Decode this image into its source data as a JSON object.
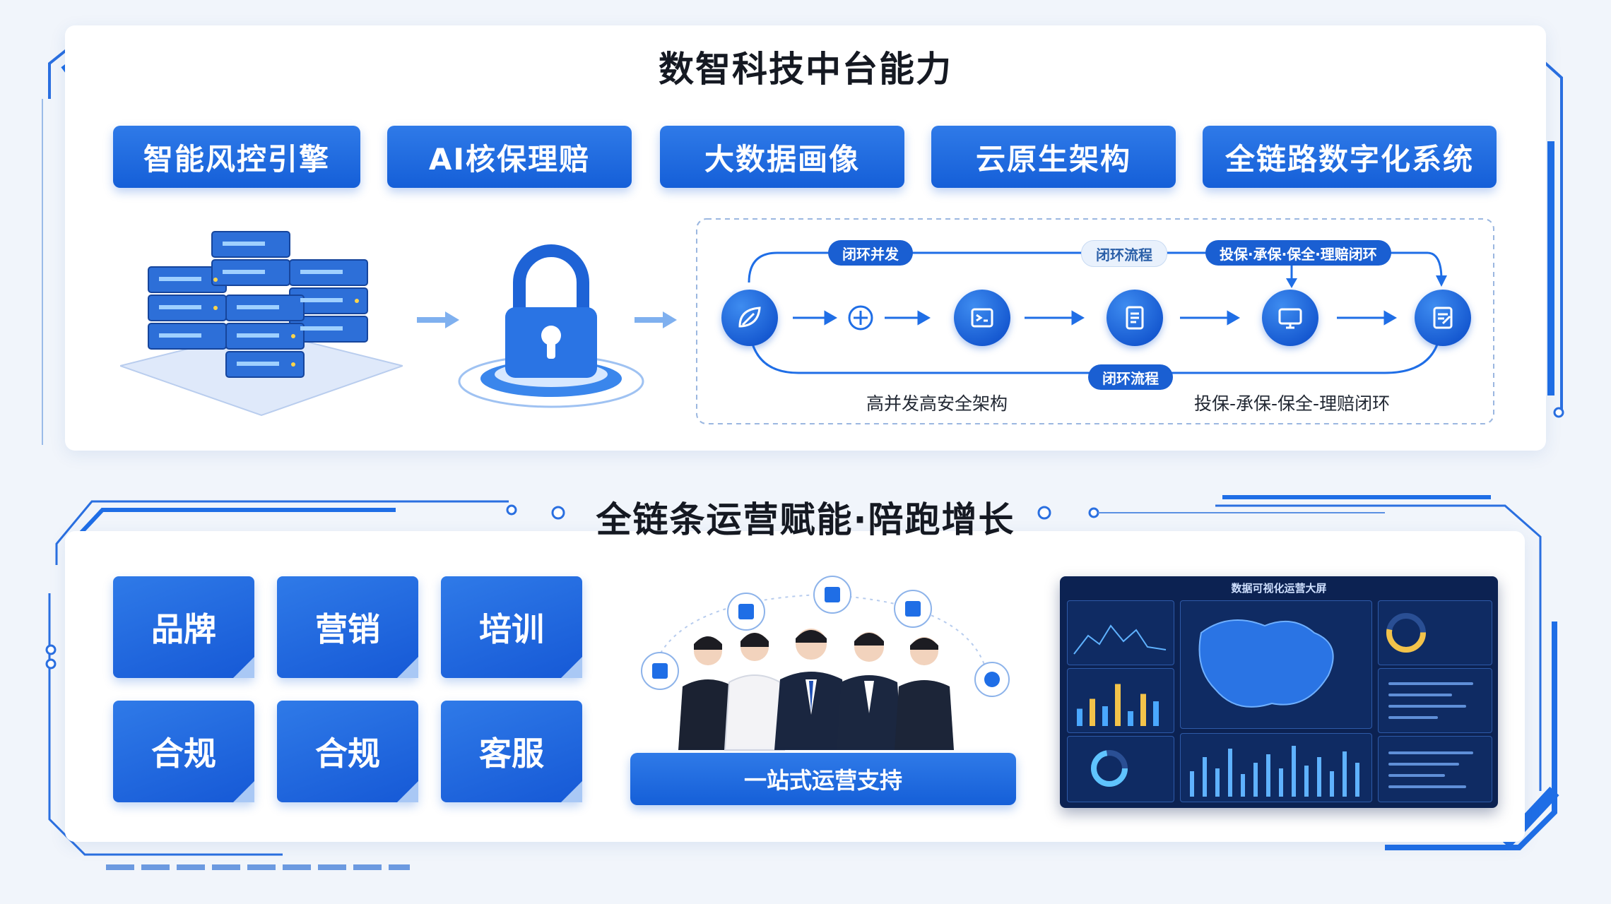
{
  "top_section": {
    "title": "数智科技中台能力",
    "capabilities": [
      "智能风控引擎",
      "AI核保理赔",
      "大数据画像",
      "云原生架构",
      "全链路数字化系统"
    ],
    "flow": {
      "pill_top_left": "闭环并发",
      "pill_top_mid": "闭环流程",
      "pill_top_right": "投保·承保·保全·理赔闭环",
      "pill_bottom": "闭环流程",
      "caption_left": "高并发高安全架构",
      "caption_right": "投保-承保-保全-理赔闭环"
    },
    "icons": [
      "server-stack-icon",
      "padlock-icon"
    ]
  },
  "bottom_section": {
    "title": "全链条运营赋能·陪跑增长",
    "services": [
      "品牌",
      "营销",
      "培训",
      "合规",
      "合规",
      "客服"
    ],
    "support_label": "一站式运营支持",
    "dashboard_title": "数据可视化运营大屏",
    "dashboard_bars_left": [
      0.35,
      0.55,
      0.4,
      0.85,
      0.3,
      0.65,
      0.5
    ],
    "dashboard_bars_bottom": [
      0.45,
      0.7,
      0.5,
      0.85,
      0.4,
      0.6,
      0.75,
      0.5,
      0.9,
      0.55,
      0.7,
      0.45,
      0.8,
      0.6
    ]
  },
  "colors": {
    "primary": "#1a63db",
    "frame": "#1f6ee6",
    "dark_panel": "#0c2252"
  }
}
